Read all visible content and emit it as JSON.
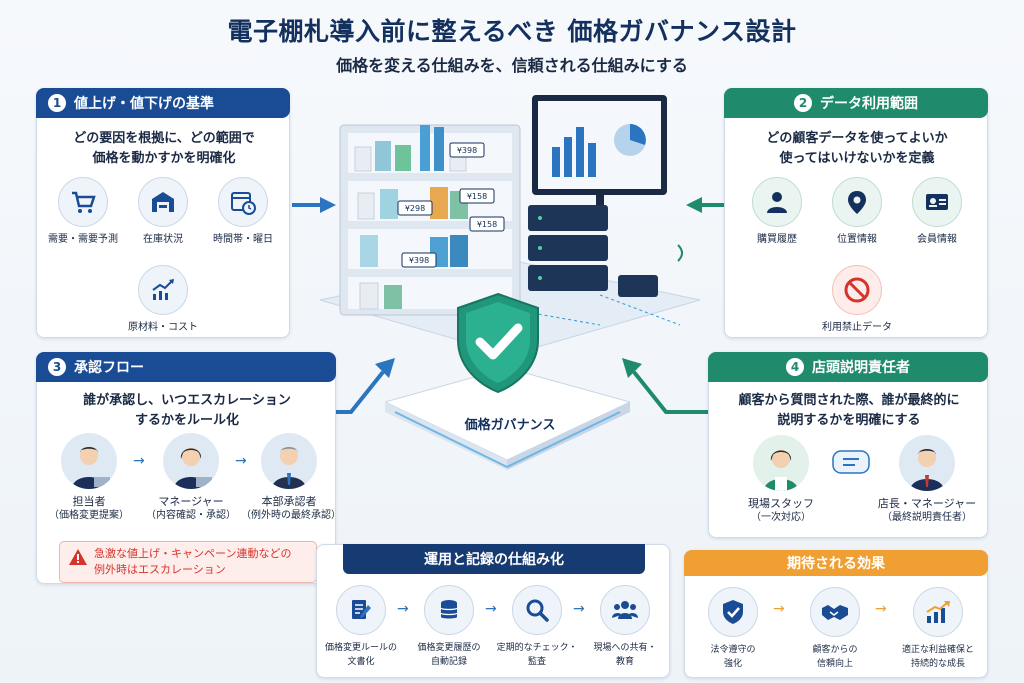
{
  "title": "電子棚札導入前に整えるべき 価格ガバナンス設計",
  "subtitle": "価格を変える仕組みを、信頼される仕組みにする",
  "center": {
    "label": "価格ガバナンス",
    "price_tags": [
      "¥398",
      "¥158",
      "¥298",
      "¥158",
      "¥398"
    ]
  },
  "section1": {
    "num": "1",
    "title": "値上げ・値下げの基準",
    "desc_line1": "どの要因を根拠に、どの範囲で",
    "desc_line2": "価格を動かすかを明確化",
    "items": [
      {
        "label": "需要・需要予測",
        "icon": "cart-icon"
      },
      {
        "label": "在庫状況",
        "icon": "warehouse-icon"
      },
      {
        "label": "時間帯・曜日",
        "icon": "calendar-clock-icon"
      },
      {
        "label": "原材料・コスト",
        "icon": "trend-up-icon"
      }
    ]
  },
  "section2": {
    "num": "2",
    "title": "データ利用範囲",
    "desc_line1": "どの顧客データを使ってよいか",
    "desc_line2": "使ってはいけないかを定義",
    "items": [
      {
        "label": "購買履歴",
        "icon": "person-icon"
      },
      {
        "label": "位置情報",
        "icon": "location-pin-icon"
      },
      {
        "label": "会員情報",
        "icon": "id-card-icon"
      },
      {
        "label": "利用禁止データ",
        "icon": "prohibited-icon"
      }
    ]
  },
  "section3": {
    "num": "3",
    "title": "承認フロー",
    "desc_line1": "誰が承認し、いつエスカレーション",
    "desc_line2": "するかをルール化",
    "people": [
      {
        "role": "担当者",
        "sub": "（価格変更提案）"
      },
      {
        "role": "マネージャー",
        "sub": "（内容確認・承認）"
      },
      {
        "role": "本部承認者",
        "sub": "（例外時の最終承認）"
      }
    ],
    "warning_line1": "急激な値上げ・キャンペーン連動などの",
    "warning_line2": "例外時はエスカレーション"
  },
  "section4": {
    "num": "4",
    "title": "店頭説明責任者",
    "desc_line1": "顧客から質問された際、誰が最終的に",
    "desc_line2": "説明するかを明確にする",
    "people": [
      {
        "role": "現場スタッフ",
        "sub": "（一次対応）"
      },
      {
        "role": "店長・マネージャー",
        "sub": "（最終説明責任者）"
      }
    ]
  },
  "operations": {
    "title": "運用と記録の仕組み化",
    "items": [
      {
        "line1": "価格変更ルールの",
        "line2": "文書化",
        "icon": "document-edit-icon"
      },
      {
        "line1": "価格変更履歴の",
        "line2": "自動記録",
        "icon": "database-icon"
      },
      {
        "line1": "定期的なチェック・",
        "line2": "監査",
        "icon": "magnifier-icon"
      },
      {
        "line1": "現場への共有・",
        "line2": "教育",
        "icon": "group-icon"
      }
    ]
  },
  "effects": {
    "title": "期待される効果",
    "items": [
      {
        "line1": "法令遵守の",
        "line2": "強化",
        "icon": "shield-check-icon"
      },
      {
        "line1": "顧客からの",
        "line2": "信頼向上",
        "icon": "handshake-icon"
      },
      {
        "line1": "適正な利益確保と",
        "line2": "持続的な成長",
        "icon": "growth-chart-icon"
      }
    ]
  },
  "colors": {
    "blue": "#1a4c95",
    "green": "#1f8a6c",
    "navy": "#163a72",
    "orange": "#f0a032",
    "red": "#d6342a"
  }
}
